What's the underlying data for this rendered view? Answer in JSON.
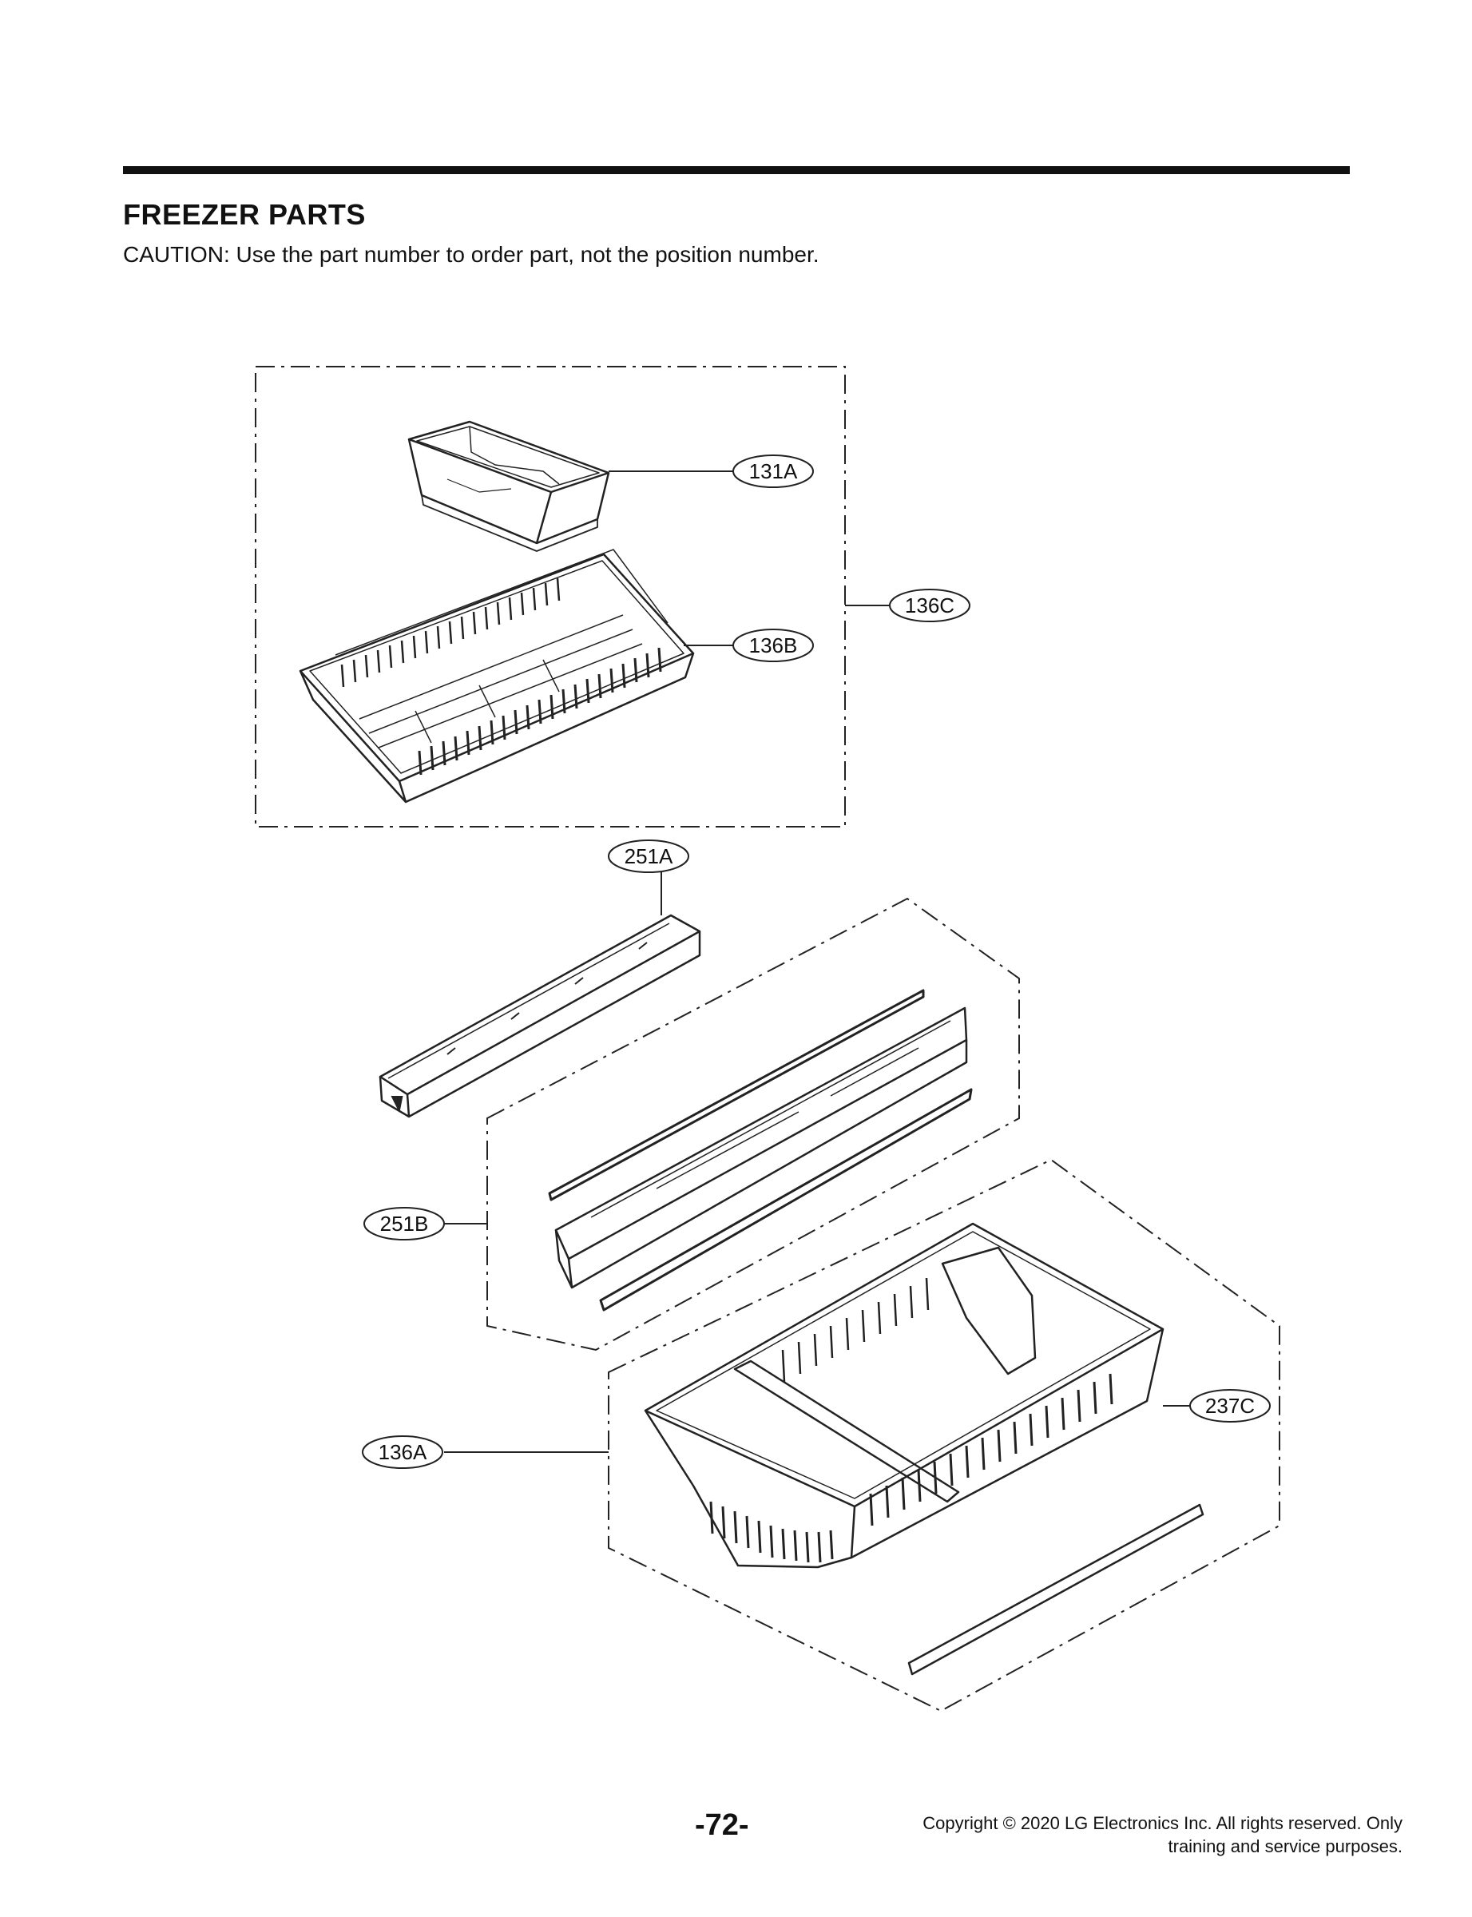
{
  "header": {
    "title": "FREEZER PARTS",
    "caution": "CAUTION: Use the part number to order part, not the position number."
  },
  "callouts": [
    {
      "id": "c131A",
      "label": "131A"
    },
    {
      "id": "c136B",
      "label": "136B"
    },
    {
      "id": "c136C",
      "label": "136C"
    },
    {
      "id": "c251A",
      "label": "251A"
    },
    {
      "id": "c251B",
      "label": "251B"
    },
    {
      "id": "c136A",
      "label": "136A"
    },
    {
      "id": "c237C",
      "label": "237C"
    }
  ],
  "footer": {
    "page_number": "-72-",
    "copyright_line1": "Copyright © 2020 LG Electronics Inc. All rights reserved. Only",
    "copyright_line2": "training and service purposes."
  }
}
